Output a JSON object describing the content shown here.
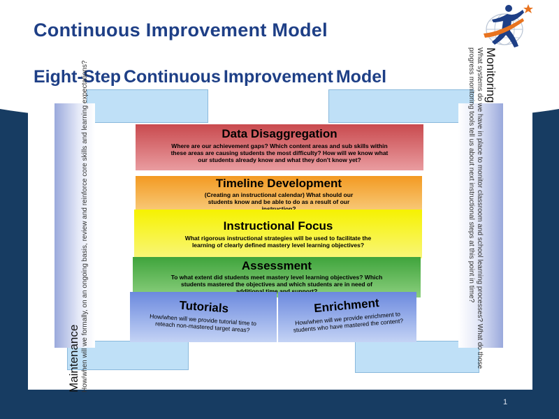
{
  "slide": {
    "title": "Continuous Improvement Model",
    "heading_words": [
      "Eight-Step",
      "Continuous",
      "Improvement",
      "Model"
    ],
    "page_number": "1"
  },
  "maintenance": {
    "title": "Maintenance",
    "body": "How/when will we formally, on an ongoing basis, review and reinforce core skills and learning expectations?"
  },
  "monitoring": {
    "title": "Monitoring",
    "body": "What systems do we have in place to monitor classroom and school learning processes? What do those progress monitoring tools tell us about next instructional steps at this point in time?"
  },
  "steps": {
    "data_disaggregation": {
      "title": "Data Disaggregation",
      "body": "Where are our achievement gaps? Which content areas and sub skills within these areas are causing students the most difficulty? How will we know what our students already know and what they don't know yet?"
    },
    "timeline": {
      "title": "Timeline Development",
      "body": "(Creating an instructional calendar) What should our students know and be able to do as a result of our instruction?"
    },
    "instructional_focus": {
      "title": "Instructional Focus",
      "body": "What rigorous instructional strategies will be used to facilitate the learning of clearly defined mastery level learning objectives?"
    },
    "assessment": {
      "title": "Assessment",
      "body": "To what extent did students meet mastery level learning objectives? Which students mastered the objectives and which students are in need of additional time and support?"
    },
    "tutorials": {
      "title": "Tutorials",
      "body": "How/when will we provide tutorial time to reteach non-mastered target areas?"
    },
    "enrichment": {
      "title": "Enrichment",
      "body": "How/when will we provide enrichment to students who have mastered the content?"
    }
  },
  "colors": {
    "title_blue": "#1e3f86",
    "band_navy": "#173c62",
    "red": "#c8474c",
    "orange": "#f3a12a",
    "yellow": "#f6f200",
    "green": "#3fa43c",
    "blue": "#6e8ee0",
    "placeholder_blue": "#bfe0f7"
  },
  "icons": [
    "logo-icon"
  ]
}
